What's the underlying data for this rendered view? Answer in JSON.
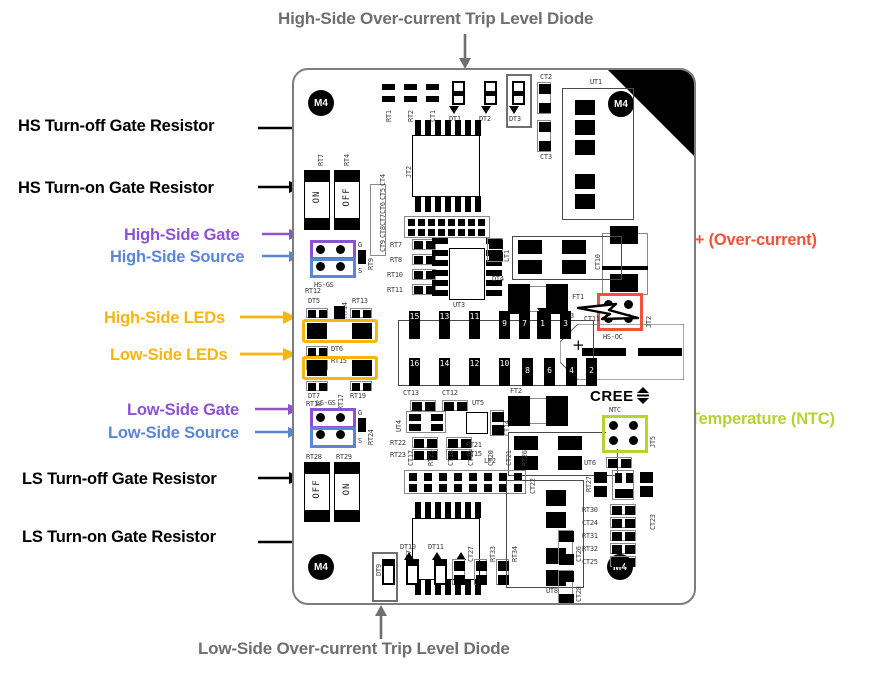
{
  "figure": {
    "subject": "CREE gate driver evaluation PCB silkscreen layout with callout annotations",
    "colors": {
      "gray_label": "#6f6f6f",
      "black_label": "#000000",
      "purple": "#8c52d3",
      "blue": "#5b86d6",
      "yellow": "#f6b511",
      "red": "#f0533c",
      "green": "#b6d334",
      "board_outline": "#7d7d7d",
      "background": "#ffffff"
    }
  },
  "annotations": {
    "top": {
      "label": "High-Side Over-current Trip Level Diode",
      "color": "gray"
    },
    "bottom": {
      "label": "Low-Side Over-current Trip Level Diode",
      "color": "gray"
    },
    "left": [
      {
        "label": "HS Turn-off Gate Resistor",
        "color": "black"
      },
      {
        "label": "HS Turn-on Gate Resistor",
        "color": "black"
      },
      {
        "label": "High-Side Gate",
        "color": "purple"
      },
      {
        "label": "High-Side Source",
        "color": "blue"
      },
      {
        "label": "High-Side LEDs",
        "color": "yellow"
      },
      {
        "label": "Low-Side LEDs",
        "color": "yellow"
      },
      {
        "label": "Low-Side Gate",
        "color": "purple"
      },
      {
        "label": "Low-Side Source",
        "color": "blue"
      },
      {
        "label": "LS Turn-off Gate Resistor",
        "color": "black"
      },
      {
        "label": "LS Turn-on Gate Resistor",
        "color": "black"
      }
    ],
    "right": [
      {
        "label": "V+ (Over-current)",
        "color": "red"
      },
      {
        "label": "Temperature (NTC)",
        "color": "green"
      }
    ]
  },
  "board": {
    "brand": "CREE",
    "mount_holes": [
      "M4",
      "M4",
      "M4",
      "M4"
    ],
    "connectors": {
      "hs_gs": {
        "ref": "HS-GS",
        "pin_labels": [
          "G",
          "S"
        ],
        "jumper_ref": "RT9"
      },
      "ls_gs": {
        "ref": "LS-GS",
        "pin_labels": [
          "G",
          "S"
        ],
        "jumper_ref": "RT24"
      },
      "hs_oc": {
        "ref": "HS-OC",
        "jumper_ref": "JT2"
      },
      "ntc": {
        "ref": "NTC",
        "jumper_ref": "JT5"
      }
    },
    "dip_switches": {
      "hs": {
        "left_text": "ON",
        "right_text": "OFF",
        "left_ref": "RT7",
        "right_ref": "RT4"
      },
      "ls": {
        "left_text": "OFF",
        "right_text": "ON",
        "left_ref": "RT28",
        "right_ref": "RT29"
      }
    },
    "jt3": {
      "ref": "JT3",
      "top_row": [
        "15",
        "13",
        "11",
        "9",
        "7",
        "5",
        "3",
        "1"
      ],
      "bottom_row": [
        "16",
        "14",
        "12",
        "10",
        "8",
        "6",
        "4",
        "2"
      ]
    },
    "ics": [
      "JT2",
      "UT3",
      "UT7",
      "UT1",
      "UT8",
      "UT4",
      "UT5",
      "UT6"
    ],
    "silkscreen": {
      "top_row": [
        "RT1",
        "RT2",
        "CT1",
        "DT1",
        "DT2",
        "DT3",
        "CT2",
        "CT3",
        "UT1"
      ],
      "hs_area": [
        "RT7",
        "RT4",
        "CT4",
        "CT5",
        "CT6",
        "CT7",
        "CT8",
        "CT9",
        "RT7",
        "RT8",
        "RT10",
        "RT11",
        "CT10",
        "LT1",
        "DT4",
        "FT1",
        "CT11"
      ],
      "led_area": [
        "RT12",
        "DT5",
        "RT14",
        "RT13",
        "DT6",
        "RT15",
        "RT16",
        "DT8",
        "DT7",
        "RT18",
        "RT17",
        "RT19"
      ],
      "mid_area": [
        "CT13",
        "CT12",
        "UT4",
        "UT5",
        "CT14",
        "RT22",
        "RT23",
        "RT21",
        "CT15",
        "FT2",
        "LT2",
        "CT22"
      ],
      "bot_left": [
        "CT17",
        "RT25",
        "CT18",
        "CT19",
        "CT20",
        "CT21",
        "RT26",
        "UT7",
        "DT9",
        "DT10",
        "DT11",
        "CT27",
        "RT33",
        "RT34",
        "RT28",
        "RT29"
      ],
      "bot_right": [
        "UT6",
        "RT27",
        "RT30",
        "CT24",
        "RT31",
        "RT32",
        "CT25",
        "CT23",
        "CT26",
        "CT28",
        "UT8"
      ]
    }
  }
}
